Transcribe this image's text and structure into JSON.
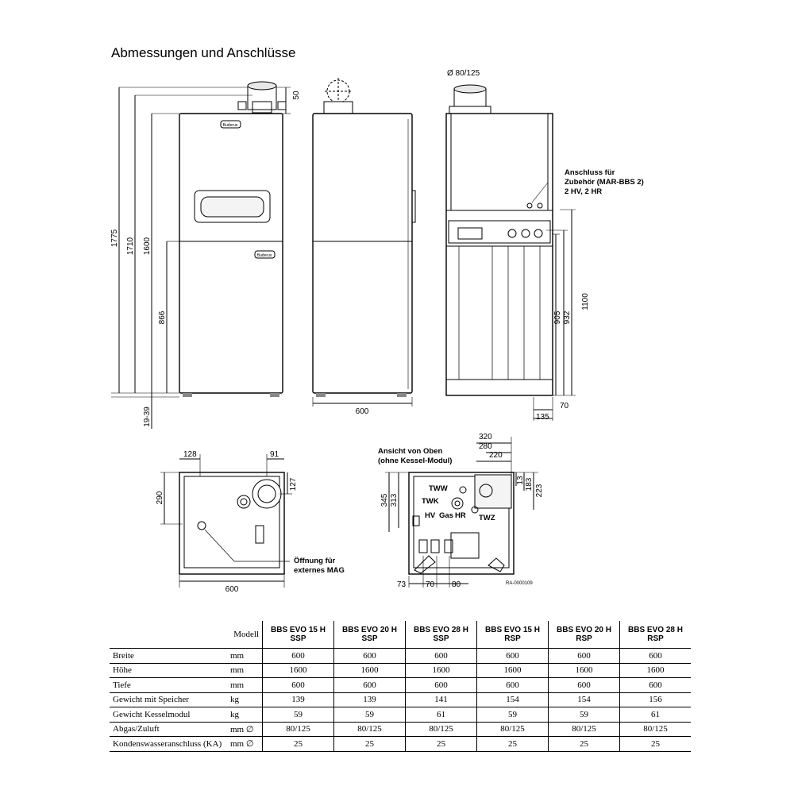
{
  "page": {
    "title": "Abmessungen und Anschlüsse",
    "ref_code": "RA-0000109"
  },
  "front_view": {
    "dims": {
      "h1775": "1775",
      "h1710": "1710",
      "h1600": "1600",
      "h866": "866",
      "feet": "19-39",
      "top50": "50"
    }
  },
  "side_view": {
    "dims": {
      "width600": "600"
    }
  },
  "back_view": {
    "flue": "Ø 80/125",
    "note": [
      "Anschluss für",
      "Zubehör (MAR-BBS 2)",
      "2 HV, 2 HR"
    ],
    "dims": {
      "h1100": "1100",
      "h905": "905",
      "h932": "932",
      "d70": "70",
      "d135": "135"
    }
  },
  "top_view": {
    "dims": {
      "d128": "128",
      "d91": "91",
      "d127": "127",
      "d290": "290",
      "w600": "600"
    },
    "note": [
      "Öffnung für",
      "externes MAG"
    ]
  },
  "top_view_open": {
    "caption": [
      "Ansicht von Oben",
      "(ohne Kessel-Modul)"
    ],
    "labels": {
      "tww": "TWW",
      "twk": "TWK",
      "hv": "HV",
      "gas": "Gas",
      "hr": "HR",
      "twz": "TWZ"
    },
    "dims": {
      "d320": "320",
      "d280": "280",
      "d220": "220",
      "d183": "183",
      "d223": "223",
      "d13": "13",
      "d345": "345",
      "d313": "313",
      "d73": "73",
      "d70": "70",
      "d80": "80"
    }
  },
  "table": {
    "model_label": "Modell",
    "columns": [
      [
        "BBS EVO 15 H",
        "SSP"
      ],
      [
        "BBS EVO 20 H",
        "SSP"
      ],
      [
        "BBS EVO 28 H",
        "SSP"
      ],
      [
        "BBS EVO 15 H",
        "RSP"
      ],
      [
        "BBS EVO 20 H",
        "RSP"
      ],
      [
        "BBS EVO 28 H",
        "RSP"
      ]
    ],
    "rows": [
      {
        "param": "Breite",
        "unit": "mm",
        "values": [
          "600",
          "600",
          "600",
          "600",
          "600",
          "600"
        ]
      },
      {
        "param": "Höhe",
        "unit": "mm",
        "values": [
          "1600",
          "1600",
          "1600",
          "1600",
          "1600",
          "1600"
        ]
      },
      {
        "param": "Tiefe",
        "unit": "mm",
        "values": [
          "600",
          "600",
          "600",
          "600",
          "600",
          "600"
        ]
      },
      {
        "param": "Gewicht mit Speicher",
        "unit": "kg",
        "values": [
          "139",
          "139",
          "141",
          "154",
          "154",
          "156"
        ]
      },
      {
        "param": "Gewicht Kesselmodul",
        "unit": "kg",
        "values": [
          "59",
          "59",
          "61",
          "59",
          "59",
          "61"
        ]
      },
      {
        "param": "Abgas/Zuluft",
        "unit": "mm ∅",
        "values": [
          "80/125",
          "80/125",
          "80/125",
          "80/125",
          "80/125",
          "80/125"
        ]
      },
      {
        "param": "Kondenswasseranschluss (KA)",
        "unit": "mm ∅",
        "values": [
          "25",
          "25",
          "25",
          "25",
          "25",
          "25"
        ]
      }
    ]
  }
}
